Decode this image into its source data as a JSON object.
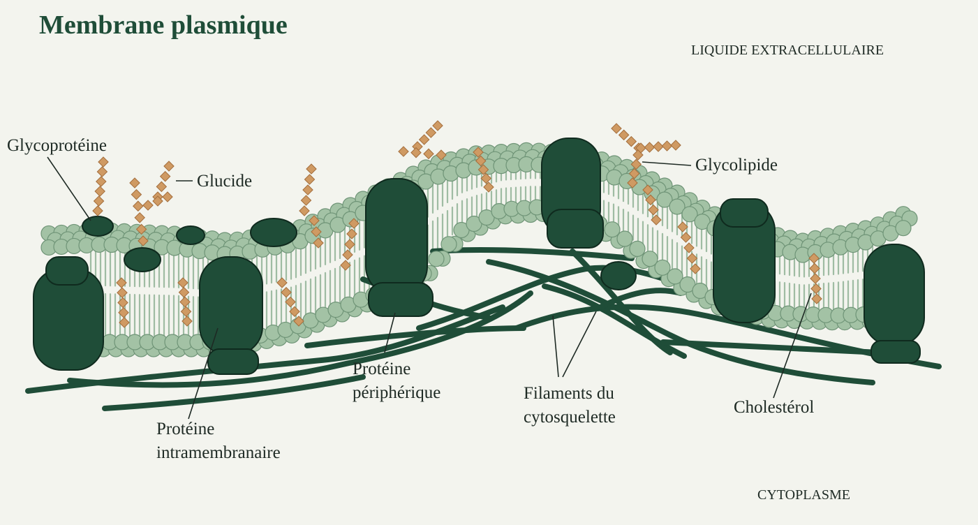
{
  "title": "Membrane plasmique",
  "regions": {
    "extracellular": "LIQUIDE EXTRACELLULAIRE",
    "cytoplasm": "CYTOPLASME"
  },
  "labels": {
    "glycoprotein": "Glycoprotéine",
    "glucide": "Glucide",
    "glycolipid": "Glycolipide",
    "peripheral_protein": [
      "Protéine",
      "périphérique"
    ],
    "integral_protein": [
      "Protéine",
      "intramembranaire"
    ],
    "cytoskeleton_filaments": [
      "Filaments du",
      "cytosquelette"
    ],
    "cholesterol": "Cholestérol"
  },
  "colors": {
    "background": "#f3f4ee",
    "lipid_head": "#a3c2a5",
    "lipid_head_outline": "#6f9477",
    "lipid_tail": "#9fbca3",
    "protein": "#1f4d38",
    "protein_outline": "#0f2a1e",
    "sugar": "#cf9a63",
    "sugar_outline": "#a26d3c",
    "filament": "#1f4d38",
    "title": "#1f4d38"
  }
}
